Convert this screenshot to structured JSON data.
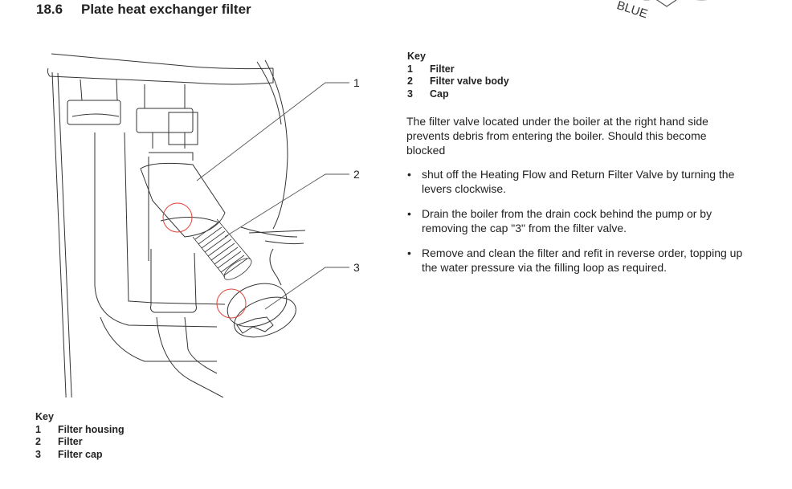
{
  "heading": {
    "number": "18.6",
    "title": "Plate heat exchanger filter"
  },
  "logo_fragment": {
    "text": "BLUE"
  },
  "figure": {
    "callouts": [
      "1",
      "2",
      "3"
    ],
    "highlight_color": "#e0443a",
    "line_color": "#333333"
  },
  "key_right": {
    "title": "Key",
    "items": [
      {
        "num": "1",
        "label": "Filter"
      },
      {
        "num": "2",
        "label": "Filter valve body"
      },
      {
        "num": "3",
        "label": "Cap"
      }
    ]
  },
  "key_left": {
    "title": "Key",
    "items": [
      {
        "num": "1",
        "label": "Filter housing"
      },
      {
        "num": "2",
        "label": "Filter"
      },
      {
        "num": "3",
        "label": "Filter cap"
      }
    ]
  },
  "intro": "The filter valve located under the boiler at the right hand side prevents debris from entering the boiler.  Should this become blocked",
  "steps": [
    "shut off the Heating Flow and Return Filter Valve by turning the levers clockwise.",
    "Drain the boiler from the drain cock behind the pump or by removing the cap \"3\" from the filter valve.",
    "Remove and clean the filter and refit in reverse order, topping up the water pressure via the filling loop as required."
  ],
  "bullet_char": "•"
}
